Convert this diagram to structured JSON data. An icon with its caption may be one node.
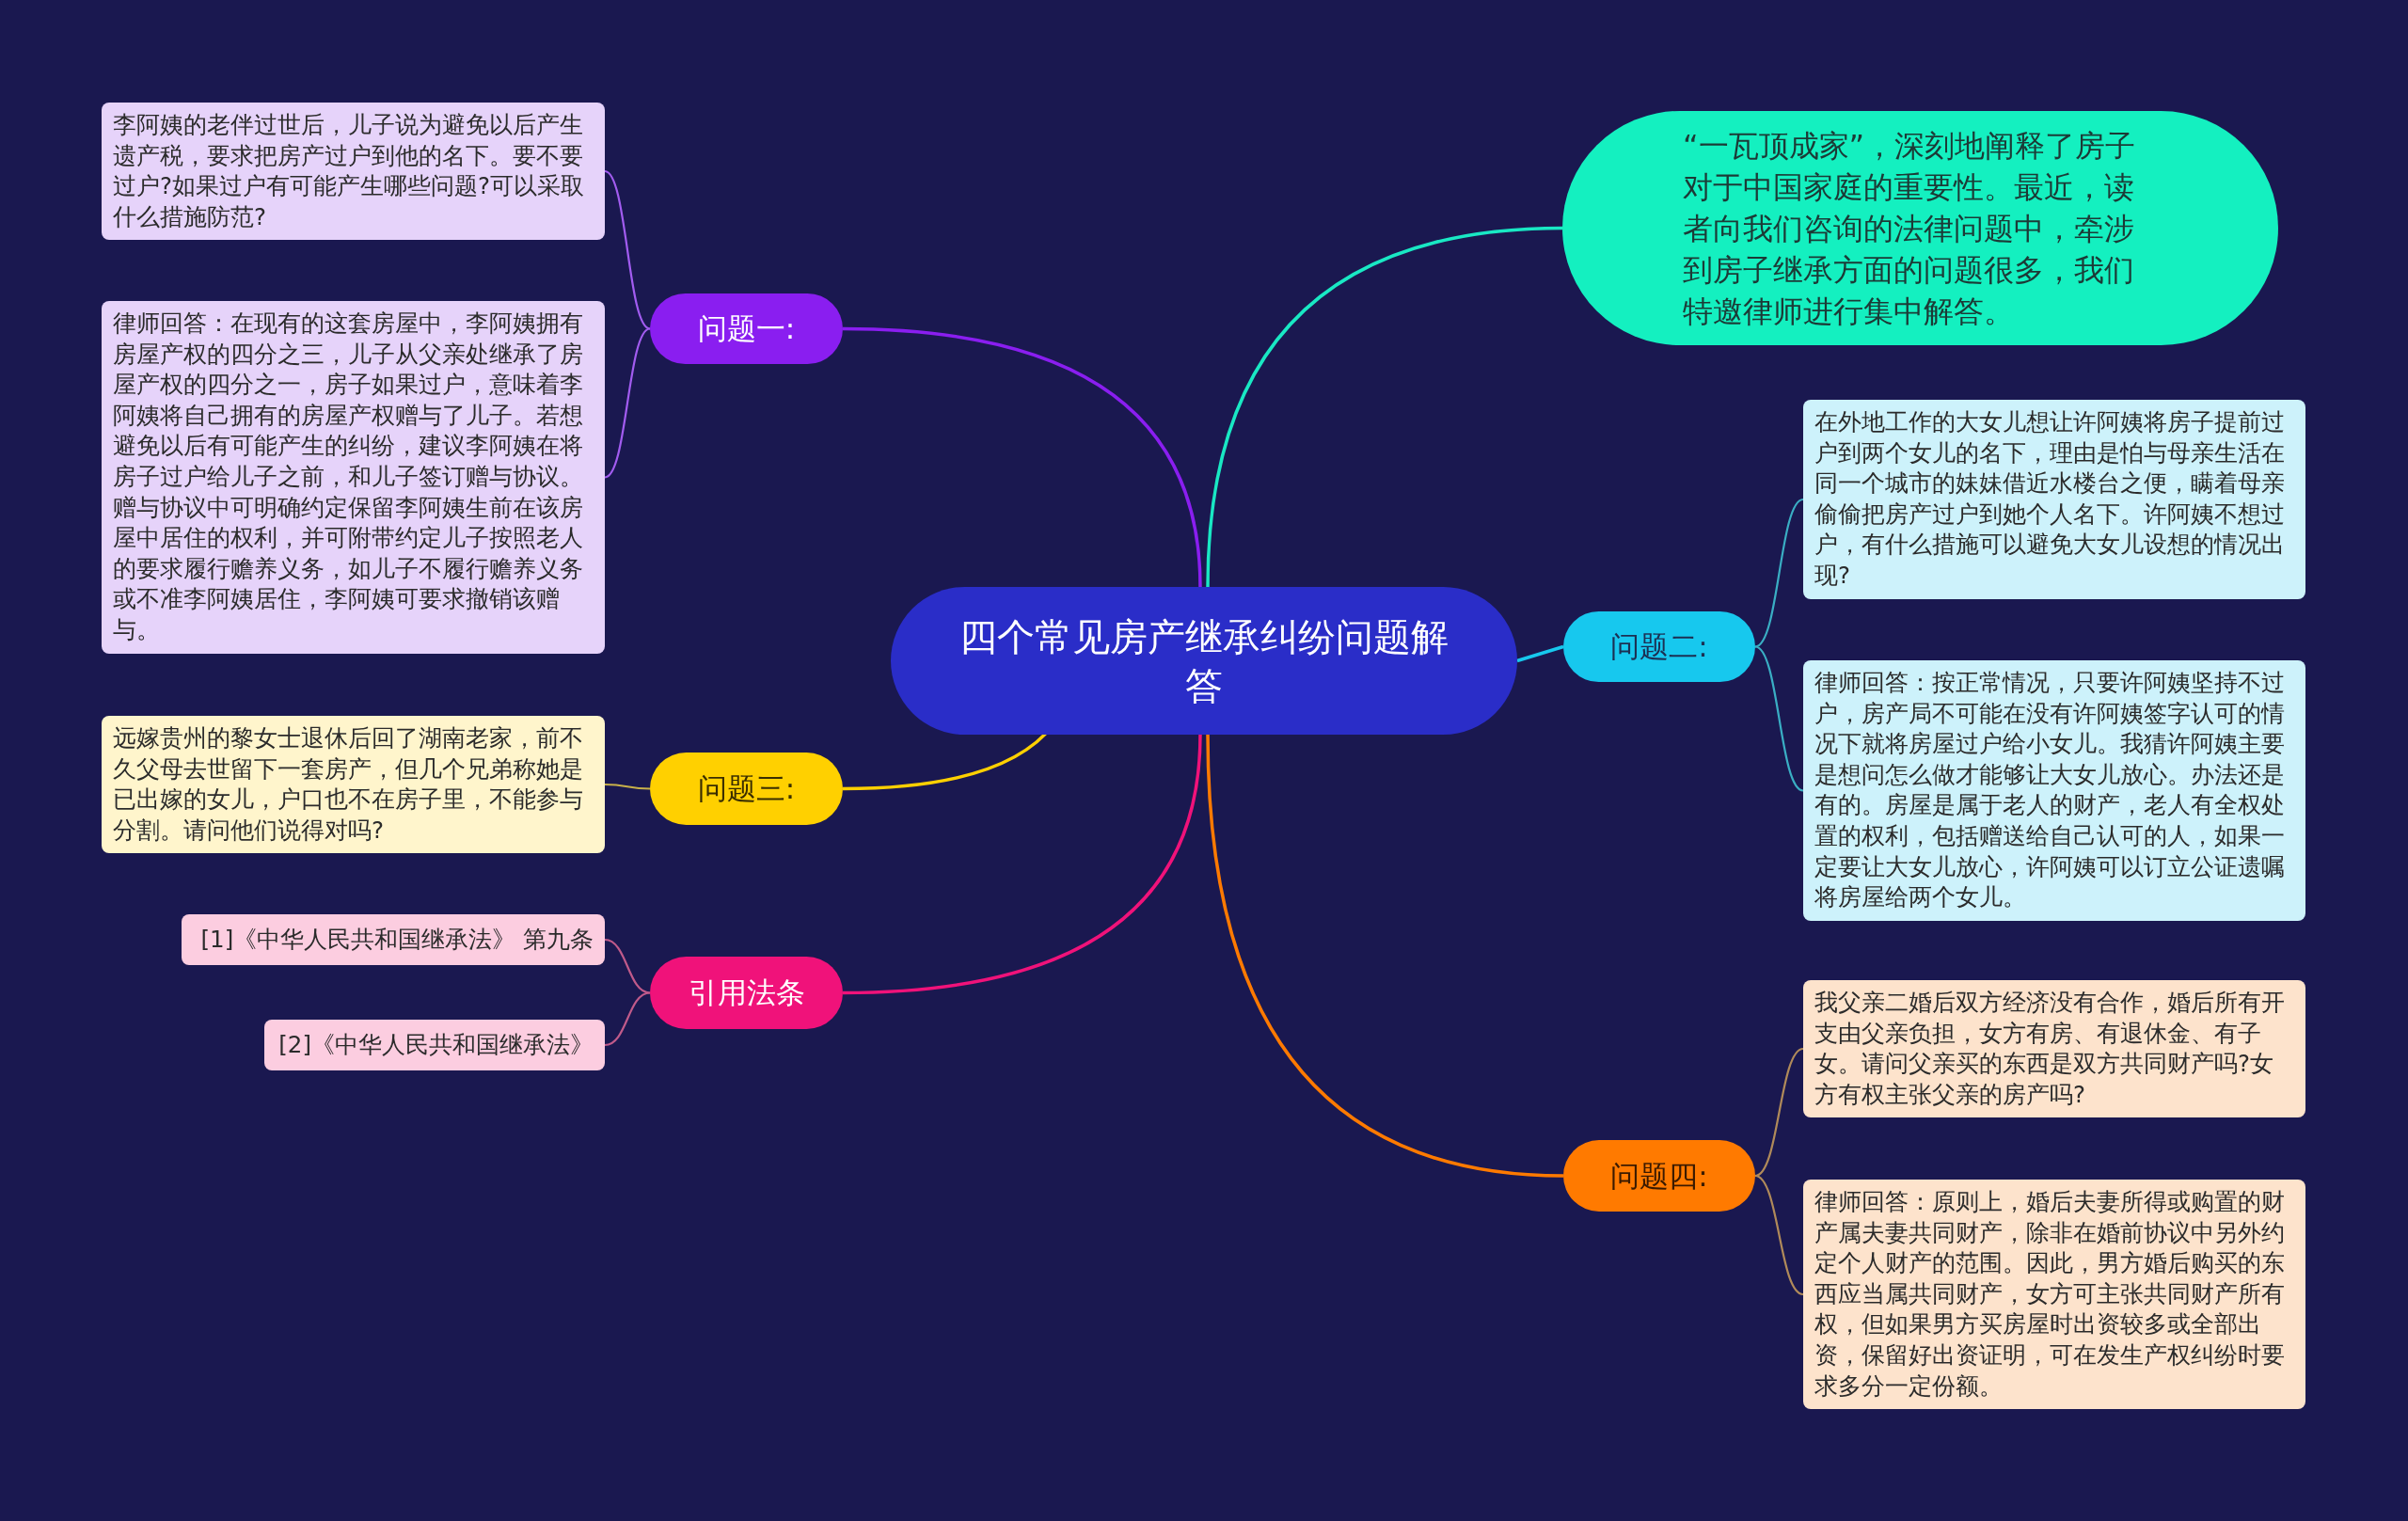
{
  "diagram": {
    "nodes": [
      {
        "text": [
          "四个常见房产继承纠纷问题解答"
        ]
      },
      {
        "text": [
          "问题一:"
        ]
      },
      {
        "text": [
          "李阿姨的老伴过世后，儿子说为避免以后产生遗产税，要求把房产过户到他的名下。要不要过户?如果过户有可能产生哪些问题?可以采取什么措施防范?"
        ]
      },
      {
        "text": [
          "律师回答：在现有的这套房屋中，李阿姨拥有房屋产权的四分之三，儿子从父亲处继承了房屋产权的四分之一，房子如果过户，意味着李阿姨将自己拥有的房屋产权赠与了儿子。若想避免以后有可能产生的纠纷，建议李阿姨在将房子过户给儿子之前，和儿子签订赠与协议。赠与协议中可明确约定保留李阿姨生前在该房屋中居住的权利，并可附带约定儿子按照老人的要求履行赡养义务，如儿子不履行赡养义务或不准李阿姨居住，李阿姨可要求撤销该赠与。"
        ]
      },
      {
        "text": [
          "“一瓦顶成家”，深刻地阐释了房子对于中国家庭的重要性。最近，读者向我们咨询的法律问题中，牵涉到房子继承方面的问题很多，我们特邀律师进行集中解答。"
        ]
      },
      {
        "text": [
          "问题二:"
        ]
      },
      {
        "text": [
          "在外地工作的大女儿想让许阿姨将房子提前过户到两个女儿的名下，理由是怕与母亲生活在同一个城市的妹妹借近水楼台之便，瞒着母亲偷偷把房产过户到她个人名下。许阿姨不想过户，有什么措施可以避免大女儿设想的情况出现?"
        ]
      },
      {
        "text": [
          "律师回答：按正常情况，只要许阿姨坚持不过户，房产局不可能在没有许阿姨签字认可的情况下就将房屋过户给小女儿。我猜许阿姨主要是想问怎么做才能够让大女儿放心。办法还是有的。房屋是属于老人的财产，老人有全权处置的权利，包括赠送给自己认可的人，如果一定要让大女儿放心，许阿姨可以订立公证遗嘱将房屋给两个女儿。"
        ]
      },
      {
        "text": [
          "问题三:"
        ]
      },
      {
        "text": [
          "远嫁贵州的黎女士退休后回了湖南老家，前不久父母去世留下一套房产，但几个兄弟称她是已出嫁的女儿，户口也不在房子里，不能参与分割。请问他们说得对吗?"
        ]
      },
      {
        "text": [
          "引用法条"
        ]
      },
      {
        "text": [
          "[1]《中华人民共和国继承法》 第九条"
        ]
      },
      {
        "text": [
          "[2]《中华人民共和国继承法》"
        ]
      },
      {
        "text": [
          "问题四:"
        ]
      },
      {
        "text": [
          "我父亲二婚后双方经济没有合作，婚后所有开支由父亲负担，女方有房、有退休金、有子女。请问父亲买的东西是双方共同财产吗?女方有权主张父亲的房产吗?"
        ]
      },
      {
        "text": [
          "律师回答：原则上，婚后夫妻所得或购置的财产属夫妻共同财产，除非在婚前协议中另外约定个人财产的范围。因此，男方婚后购买的东西应当属共同财产，女方可主张共同财产所有权，但如果男方买房屋时出资较多或全部出资，保留好出资证明，可在发生产权纠纷时要求多分一定份额。"
        ]
      }
    ],
    "edges": [
      {
        "from": 0,
        "to": 1,
        "arrow": "none",
        "color": "#8a1ef0"
      },
      {
        "from": 1,
        "to": 2,
        "arrow": "none",
        "color": "#a25cf0"
      },
      {
        "from": 1,
        "to": 3,
        "arrow": "none",
        "color": "#a25cf0"
      },
      {
        "from": 0,
        "to": 4,
        "arrow": "none",
        "color": "#19e8c4"
      },
      {
        "from": 0,
        "to": 5,
        "arrow": "none",
        "color": "#17c8ee"
      },
      {
        "from": 5,
        "to": 6,
        "arrow": "none",
        "color": "#3aaec4"
      },
      {
        "from": 5,
        "to": 7,
        "arrow": "none",
        "color": "#3aaec4"
      },
      {
        "from": 0,
        "to": 8,
        "arrow": "none",
        "color": "#ffd000"
      },
      {
        "from": 8,
        "to": 9,
        "arrow": "none",
        "color": "#c8b04a"
      },
      {
        "from": 0,
        "to": 10,
        "arrow": "none",
        "color": "#f0127a"
      },
      {
        "from": 10,
        "to": 11,
        "arrow": "none",
        "color": "#c05a8a"
      },
      {
        "from": 10,
        "to": 12,
        "arrow": "none",
        "color": "#c05a8a"
      },
      {
        "from": 0,
        "to": 13,
        "arrow": "none",
        "color": "#ff7a00"
      },
      {
        "from": 13,
        "to": 14,
        "arrow": "none",
        "color": "#b08a5a"
      },
      {
        "from": 13,
        "to": 15,
        "arrow": "none",
        "color": "#b08a5a"
      }
    ]
  }
}
